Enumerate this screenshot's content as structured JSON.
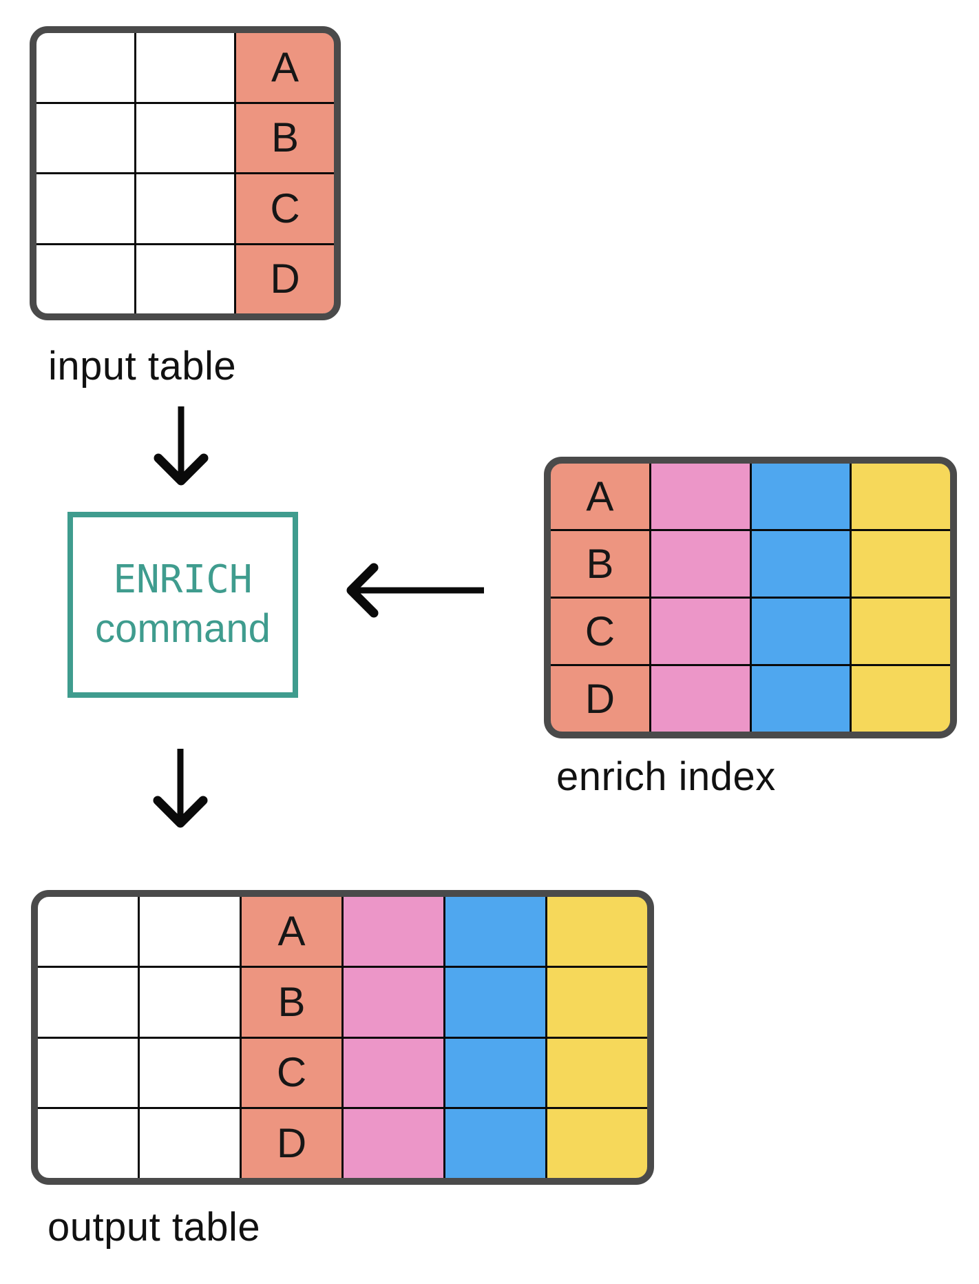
{
  "labels": {
    "input_table": "input table",
    "enrich_index": "enrich index",
    "output_table": "output table"
  },
  "command_box": {
    "line1": "ENRICH",
    "line2": "command"
  },
  "colors": {
    "salmon": "#ED9580",
    "pink": "#EC96C8",
    "blue": "#4FA7EF",
    "yellow": "#F6D85A",
    "teal": "#3F9C8E",
    "table_border": "#4A4A4A",
    "grid_line": "#0A0A0A",
    "white": "#FFFFFF",
    "arrow": "#0A0A0A"
  },
  "tables": {
    "input": {
      "name": "input table",
      "rows": 4,
      "keys": [
        "A",
        "B",
        "C",
        "D"
      ],
      "columns": [
        {
          "fill": "white",
          "shows_keys": false
        },
        {
          "fill": "white",
          "shows_keys": false
        },
        {
          "fill": "salmon",
          "shows_keys": true
        }
      ]
    },
    "enrich_index": {
      "name": "enrich index",
      "rows": 4,
      "keys": [
        "A",
        "B",
        "C",
        "D"
      ],
      "columns": [
        {
          "fill": "salmon",
          "shows_keys": true
        },
        {
          "fill": "pink",
          "shows_keys": false
        },
        {
          "fill": "blue",
          "shows_keys": false
        },
        {
          "fill": "yellow",
          "shows_keys": false
        }
      ]
    },
    "output": {
      "name": "output table",
      "rows": 4,
      "keys": [
        "A",
        "B",
        "C",
        "D"
      ],
      "columns": [
        {
          "fill": "white",
          "shows_keys": false
        },
        {
          "fill": "white",
          "shows_keys": false
        },
        {
          "fill": "salmon",
          "shows_keys": true
        },
        {
          "fill": "pink",
          "shows_keys": false
        },
        {
          "fill": "blue",
          "shows_keys": false
        },
        {
          "fill": "yellow",
          "shows_keys": false
        }
      ]
    }
  }
}
